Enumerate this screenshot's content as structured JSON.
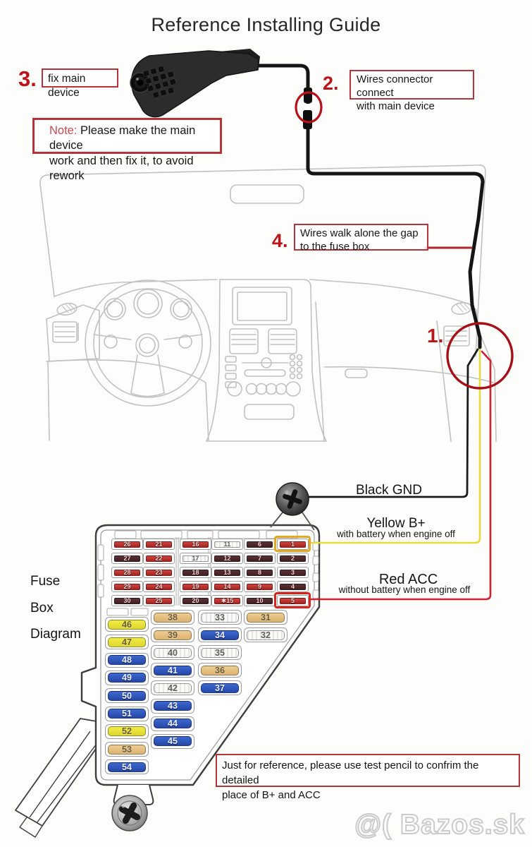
{
  "title": "Reference Installing Guide",
  "step1": {
    "number": "1."
  },
  "step2": {
    "number": "2.",
    "line1": "Wires connector connect",
    "line2": "with main device"
  },
  "step3": {
    "number": "3.",
    "label": "fix main device"
  },
  "step4": {
    "number": "4.",
    "line1": "Wires walk alone the gap",
    "line2": "to the fuse box"
  },
  "note": {
    "prefix": "Note:",
    "line1_rest": " Please make the main device",
    "line2": "work and then fix it, to avoid rework"
  },
  "wire_labels": {
    "gnd": "Black GND",
    "bplus": "Yellow B+",
    "bplus_sub": "with battery when engine off",
    "acc": "Red ACC",
    "acc_sub": "without battery when engine off"
  },
  "fuse_box_label": {
    "line1": "Fuse",
    "line2": "Box",
    "line3": "Diagram"
  },
  "footer_note": {
    "line1": "Just for reference, please use test pencil to confrim the detailed",
    "line2": "place of B+ and ACC"
  },
  "watermark": "@( Bazos.sk",
  "colors": {
    "accent": "#bc1418",
    "boxred": "#b5343c",
    "wire_black": "#1b1b1b",
    "wire_yellow": "#e7da3c",
    "wire_red": "#cf2231",
    "highlight_yellow": "#e3a81f",
    "highlight_red": "#d8241f"
  },
  "fuses": {
    "top_grid": [
      {
        "n": "26",
        "c": "red"
      },
      {
        "n": "21",
        "c": "red"
      },
      {
        "n": "16",
        "c": "red"
      },
      {
        "n": "11",
        "c": "white"
      },
      {
        "n": "6",
        "c": "dark"
      },
      {
        "n": "1",
        "c": "red",
        "hl": "yellow"
      },
      {
        "n": "27",
        "c": "dark"
      },
      {
        "n": "22",
        "c": "red"
      },
      {
        "n": "17",
        "c": "white"
      },
      {
        "n": "12",
        "c": "dark"
      },
      {
        "n": "7",
        "c": "dark"
      },
      {
        "n": "2",
        "c": "dark"
      },
      {
        "n": "28",
        "c": "red"
      },
      {
        "n": "23",
        "c": "red"
      },
      {
        "n": "18",
        "c": "dark"
      },
      {
        "n": "13",
        "c": "dark"
      },
      {
        "n": "8",
        "c": "dark"
      },
      {
        "n": "3",
        "c": "dark"
      },
      {
        "n": "29",
        "c": "red"
      },
      {
        "n": "24",
        "c": "red"
      },
      {
        "n": "19",
        "c": "red"
      },
      {
        "n": "14",
        "c": "red"
      },
      {
        "n": "9",
        "c": "red"
      },
      {
        "n": "4",
        "c": "dark"
      },
      {
        "n": "30",
        "c": "dark"
      },
      {
        "n": "25",
        "c": "red"
      },
      {
        "n": "20",
        "c": "dark"
      },
      {
        "n": "15",
        "c": "red",
        "star": true
      },
      {
        "n": "10",
        "c": "dark"
      },
      {
        "n": "5",
        "c": "red",
        "hl": "red"
      }
    ],
    "left_col": [
      {
        "n": "46",
        "c": "yellow"
      },
      {
        "n": "47",
        "c": "yellow"
      },
      {
        "n": "48",
        "c": "blue"
      },
      {
        "n": "49",
        "c": "blue"
      },
      {
        "n": "50",
        "c": "blue"
      },
      {
        "n": "51",
        "c": "blue"
      },
      {
        "n": "52",
        "c": "yellow"
      },
      {
        "n": "53",
        "c": "tan"
      },
      {
        "n": "54",
        "c": "blue"
      }
    ],
    "mid_col": [
      {
        "n": "38",
        "c": "tan"
      },
      {
        "n": "39",
        "c": "tan"
      },
      {
        "n": "40",
        "c": "white"
      },
      {
        "n": "41",
        "c": "blue"
      },
      {
        "n": "42",
        "c": "white"
      },
      {
        "n": "43",
        "c": "blue"
      },
      {
        "n": "44",
        "c": "blue"
      },
      {
        "n": "45",
        "c": "blue"
      }
    ],
    "col3": [
      {
        "n": "33",
        "c": "white"
      },
      {
        "n": "34",
        "c": "blue"
      },
      {
        "n": "35",
        "c": "white"
      },
      {
        "n": "36",
        "c": "tan"
      },
      {
        "n": "37",
        "c": "blue"
      }
    ],
    "col4": [
      {
        "n": "31",
        "c": "tan"
      },
      {
        "n": "32",
        "c": "white"
      }
    ]
  }
}
